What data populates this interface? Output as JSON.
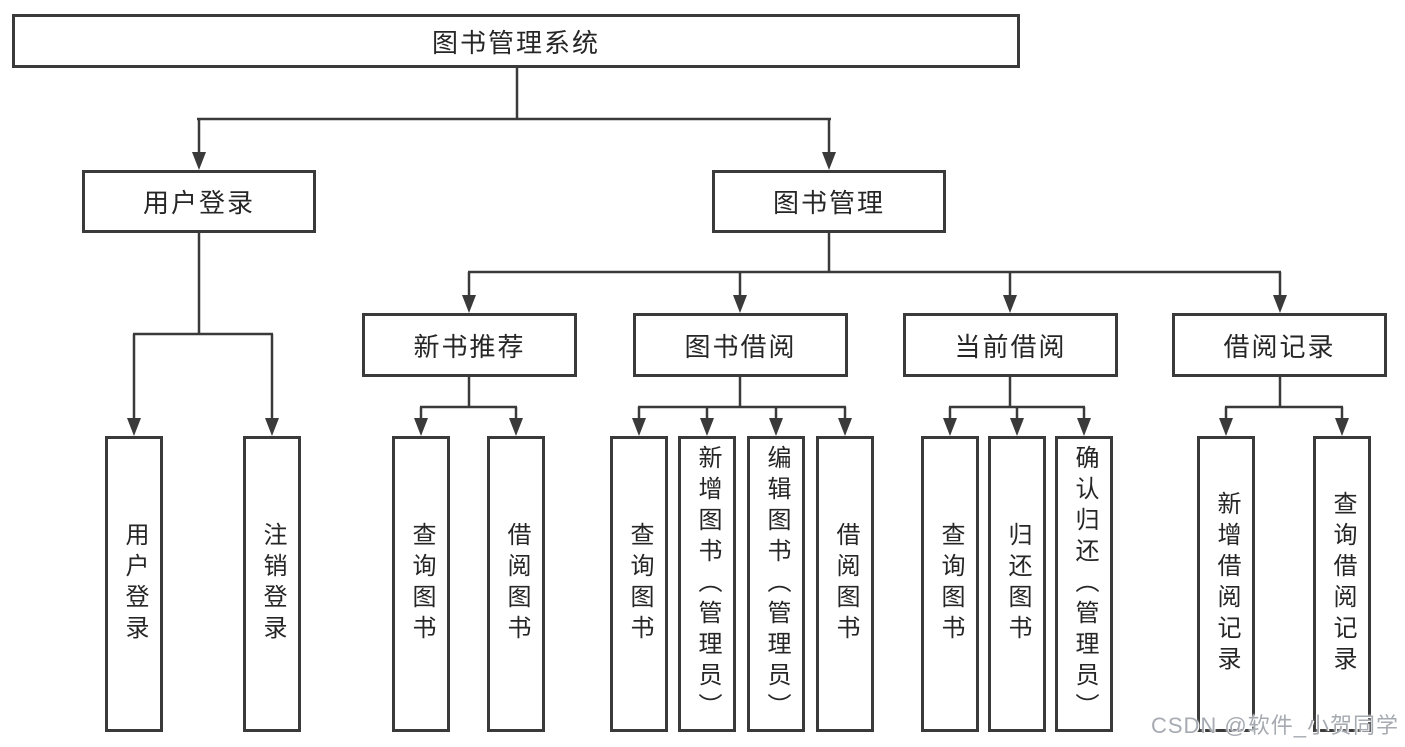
{
  "tree": {
    "root": "图书管理系统",
    "branches": [
      {
        "label": "用户登录",
        "children": [
          "用户登录",
          "注销登录"
        ]
      },
      {
        "label": "图书管理",
        "sections": [
          {
            "label": "新书推荐",
            "children": [
              "查询图书",
              "借阅图书"
            ]
          },
          {
            "label": "图书借阅",
            "children": [
              "查询图书",
              "新增图书（管理员）",
              "编辑图书（管理员）",
              "借阅图书"
            ]
          },
          {
            "label": "当前借阅",
            "children": [
              "查询图书",
              "归还图书",
              "确认归还（管理员）"
            ]
          },
          {
            "label": "借阅记录",
            "children": [
              "新增借阅记录",
              "查询借阅记录"
            ]
          }
        ]
      }
    ]
  },
  "watermark": "CSDN @软件_小贺同学",
  "colors": {
    "line": "#3a3a3a",
    "text": "#262626",
    "watermark": "#a6abb2",
    "background": "#ffffff"
  }
}
